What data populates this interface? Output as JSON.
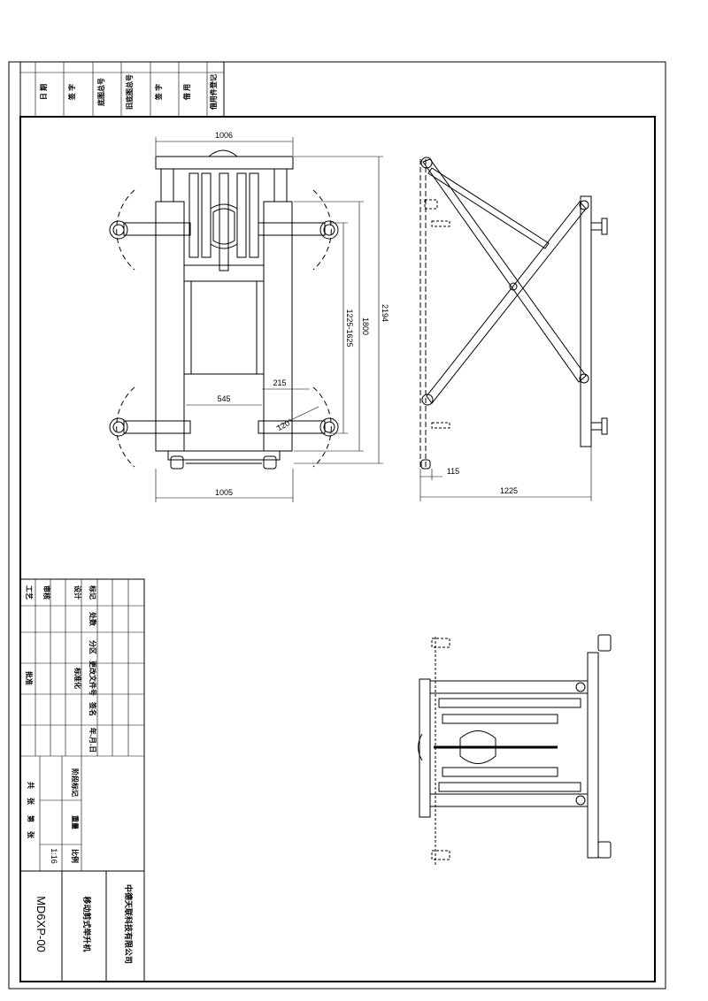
{
  "drawing": {
    "title_block": {
      "company": "中德天联科技有限公司",
      "product": "移动剪式举升机",
      "drawing_no": "MD6XP-00",
      "scale": "1:16",
      "cells": [
        "标记",
        "处数",
        "分区",
        "更改文件号",
        "签名",
        "年.月.日",
        "设计",
        "标准化",
        "审核",
        "工艺",
        "批准",
        "阶段标记",
        "重量",
        "比例",
        "共",
        "张",
        "第",
        "张"
      ]
    },
    "revision_strip": {
      "cells": [
        "日 期",
        "签 字",
        "底图总号",
        "旧底图总号",
        "签 字",
        "借 用",
        "借用件登记"
      ]
    },
    "front_view": {
      "dims": {
        "top_width": "1006",
        "bottom_width": "1005",
        "inner_span": "545",
        "arm_offset": "215",
        "height_total": "2194",
        "length_frame": "1800",
        "arm_range": "1225-1625",
        "angle": "120°"
      }
    },
    "side_view": {
      "dims": {
        "overall_length": "1225",
        "base_offset": "115"
      }
    }
  }
}
